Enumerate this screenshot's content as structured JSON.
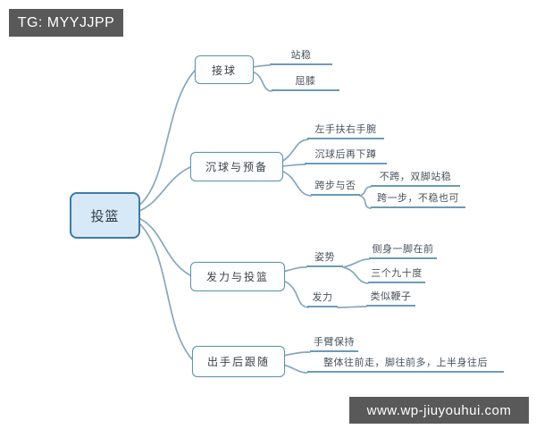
{
  "watermarks": {
    "top_left": "TG: MYYJJPP",
    "bottom_right": "www.wp-jiuyouhui.com"
  },
  "colors": {
    "badge_bg": "#595959",
    "badge_text": "#ffffff",
    "root_fill": "#d7e9f6",
    "root_border": "#3f7ca8",
    "node_border": "#5d92b4",
    "connector_line": "#88a7bd",
    "leaf_underline": "#6d9ab8",
    "text": "#47525c"
  },
  "mindmap": {
    "type": "mindmap",
    "root": {
      "label": "投篮"
    },
    "branches": [
      {
        "label": "接球",
        "children": [
          {
            "label": "站稳"
          },
          {
            "label": "屈膝"
          }
        ]
      },
      {
        "label": "沉球与预备",
        "children": [
          {
            "label": "左手扶右手腕"
          },
          {
            "label": "沉球后再下蹲"
          },
          {
            "label": "跨步与否",
            "children": [
              {
                "label": "不跨，双脚站稳"
              },
              {
                "label": "跨一步，不稳也可"
              }
            ]
          }
        ]
      },
      {
        "label": "发力与投篮",
        "children": [
          {
            "label": "姿势",
            "children": [
              {
                "label": "侧身一脚在前"
              },
              {
                "label": "三个九十度"
              }
            ]
          },
          {
            "label": "发力",
            "children": [
              {
                "label": "类似鞭子"
              }
            ]
          }
        ]
      },
      {
        "label": "出手后跟随",
        "children": [
          {
            "label": "手臂保持"
          },
          {
            "label": "整体往前走，脚往前多，上半身往后"
          }
        ]
      }
    ]
  }
}
